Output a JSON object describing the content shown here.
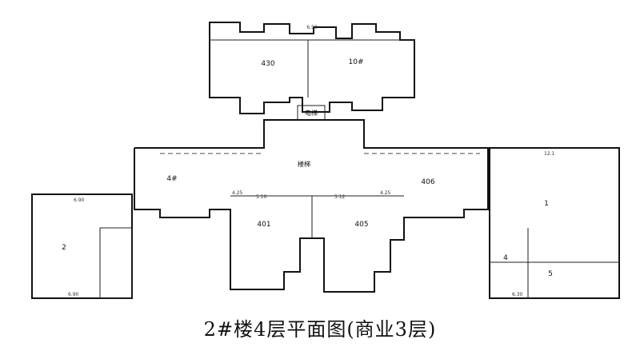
{
  "caption": "2#楼4层平面图(商业3层)",
  "rooms": {
    "r430": "430",
    "r_top_right": "10#",
    "r_mid_left": "4#",
    "r406": "406",
    "r401": "401",
    "r405": "405",
    "r_left_bldg": "2",
    "r_right_bldg": "1",
    "r_right_sub_a": "4",
    "r_right_sub_b": "5"
  },
  "labels": {
    "stair": "楼梯",
    "elev": "电梯"
  },
  "dims": {
    "d_top": "6.50",
    "d_left_bottom": "6.90",
    "d_right_bottom": "6.30",
    "d_center_a": "5.10",
    "d_center_b": "5.12",
    "d_mid_left": "4.25",
    "d_mid_right": "4.25",
    "d_right_top": "12.1",
    "d_left_top": "6.90"
  }
}
